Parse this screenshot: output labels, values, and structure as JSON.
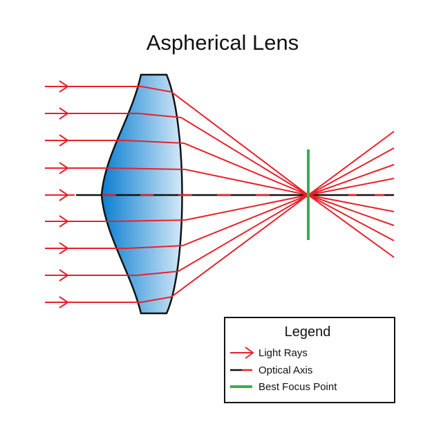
{
  "title": "Aspherical Lens",
  "legend": {
    "title": "Legend",
    "items": [
      {
        "label": "Light Rays"
      },
      {
        "label": "Optical Axis"
      },
      {
        "label": "Best Focus Point"
      }
    ]
  },
  "colors": {
    "ray": "#e8202a",
    "axis": "#111111",
    "focus": "#3aae49",
    "lens_dark": "#0a7fd1",
    "lens_light": "#d4e8f7",
    "outline": "#111111"
  }
}
